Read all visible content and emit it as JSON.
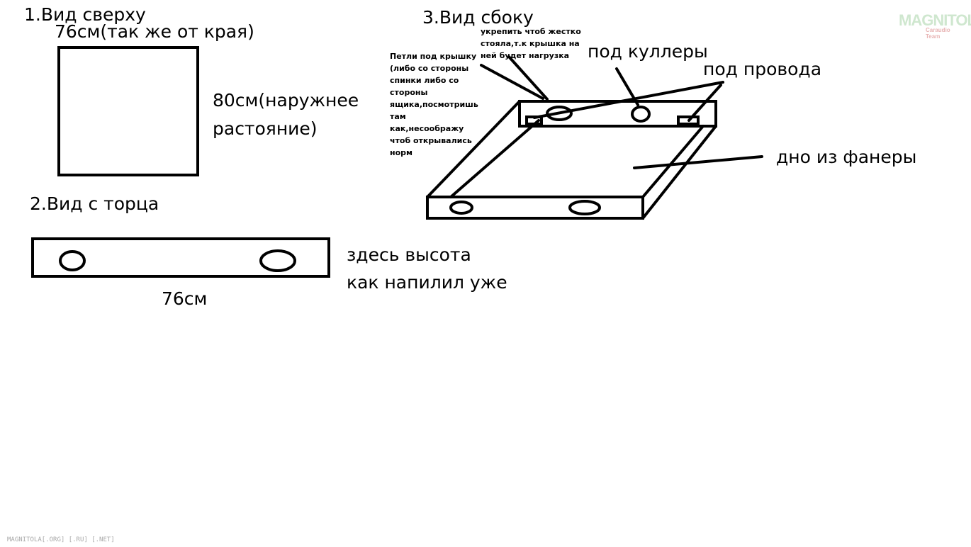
{
  "view1": {
    "title": "1.Вид сверху",
    "width_label": "76см(так же от края)",
    "height_label_line1": "80см(наружнее",
    "height_label_line2": "растояние)"
  },
  "view2": {
    "title": "2.Вид с торца",
    "height_note_line1": "здесь высота",
    "height_note_line2": "как напилил уже",
    "length_label": "76см"
  },
  "view3": {
    "title": "3.Вид сбоку",
    "reinforce_note": "укрепить чтоб жестко стояла,т.к крышка на ней будет нагрузка",
    "hinges_note": "Петли под крышку (либо со стороны спинки либо со стороны ящика,посмотришь там как,несоображу чтоб открывались норм",
    "coolers_label": "под куллеры",
    "wires_label": "под провода",
    "bottom_label": "дно из фанеры"
  },
  "watermark": {
    "logo_text": "MAGNITOLA",
    "logo_subtext": "Caraudio Team",
    "footer_text": "MAGNITOLA[.ORG] [.RU] [.NET]"
  }
}
